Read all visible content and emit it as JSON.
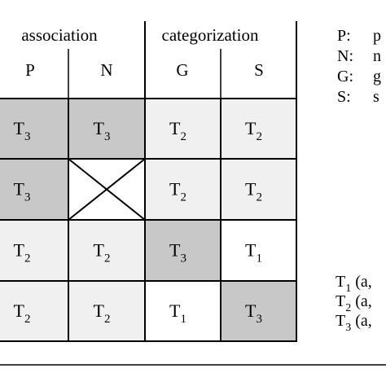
{
  "groups": [
    {
      "label": "association"
    },
    {
      "label": "categorization"
    }
  ],
  "columns": [
    "P",
    "N",
    "G",
    "S"
  ],
  "rows": [
    [
      {
        "base": "T",
        "sub": "3",
        "fill": "#c8c8c8"
      },
      {
        "base": "T",
        "sub": "3",
        "fill": "#c8c8c8"
      },
      {
        "base": "T",
        "sub": "2",
        "fill": "#f0f0f0"
      },
      {
        "base": "T",
        "sub": "2",
        "fill": "#f0f0f0"
      }
    ],
    [
      {
        "base": "T",
        "sub": "3",
        "fill": "#c8c8c8"
      },
      {
        "empty": true,
        "fill": "#ffffff"
      },
      {
        "base": "T",
        "sub": "2",
        "fill": "#f0f0f0"
      },
      {
        "base": "T",
        "sub": "2",
        "fill": "#f0f0f0"
      }
    ],
    [
      {
        "base": "T",
        "sub": "2",
        "fill": "#f0f0f0"
      },
      {
        "base": "T",
        "sub": "2",
        "fill": "#f0f0f0"
      },
      {
        "base": "T",
        "sub": "3",
        "fill": "#c8c8c8"
      },
      {
        "base": "T",
        "sub": "1",
        "fill": "#ffffff"
      }
    ],
    [
      {
        "base": "T",
        "sub": "2",
        "fill": "#f0f0f0"
      },
      {
        "base": "T",
        "sub": "2",
        "fill": "#f0f0f0"
      },
      {
        "base": "T",
        "sub": "1",
        "fill": "#ffffff"
      },
      {
        "base": "T",
        "sub": "3",
        "fill": "#c8c8c8"
      }
    ]
  ],
  "legend": [
    {
      "key": "P:",
      "text": "p"
    },
    {
      "key": "N:",
      "text": "n"
    },
    {
      "key": "G:",
      "text": "g"
    },
    {
      "key": "S:",
      "text": "s"
    }
  ],
  "type_notes": [
    {
      "base": "T",
      "sub": "1",
      "text": " (a,"
    },
    {
      "base": "T",
      "sub": "2",
      "text": " (a,"
    },
    {
      "base": "T",
      "sub": "3",
      "text": " (a,"
    }
  ]
}
